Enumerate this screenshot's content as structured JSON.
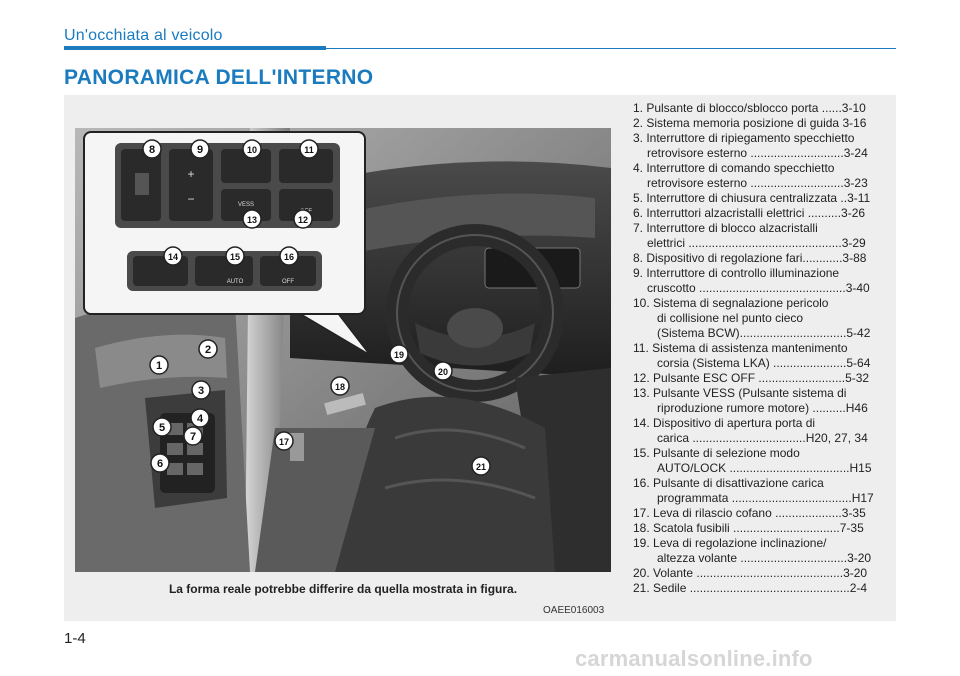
{
  "header": {
    "section_title": "Un'occhiata al veicolo",
    "page_heading": "PANORAMICA DELL'INTERNO"
  },
  "figure": {
    "caption": "La forma reale potrebbe differire da quella mostrata in figura.",
    "code": "OAEE016003",
    "inset_labels": [
      "8",
      "9",
      "10",
      "11",
      "12",
      "13",
      "14",
      "15",
      "16"
    ],
    "main_labels": [
      "1",
      "2",
      "3",
      "4",
      "5",
      "6",
      "7",
      "17",
      "18",
      "19",
      "20",
      "21"
    ],
    "inset_text": [
      "VESS",
      "OFF",
      "AUTO",
      "OFF"
    ]
  },
  "legend": {
    "items": [
      {
        "lines": [
          "1. Pulsante di blocco/sblocco porta ......3-10"
        ]
      },
      {
        "lines": [
          "2. Sistema memoria posizione di guida 3-16"
        ]
      },
      {
        "lines": [
          "3. Interruttore di ripiegamento specchietto",
          "retrovisore esterno ............................3-24"
        ]
      },
      {
        "lines": [
          "4. Interruttore di comando specchietto",
          "retrovisore esterno ............................3-23"
        ]
      },
      {
        "lines": [
          "5. Interruttore di chiusura centralizzata ..3-11"
        ]
      },
      {
        "lines": [
          "6. Interruttori alzacristalli elettrici ..........3-26"
        ]
      },
      {
        "lines": [
          "7. Interruttore di blocco alzacristalli",
          "elettrici ..............................................3-29"
        ]
      },
      {
        "lines": [
          "8. Dispositivo di regolazione fari............3-88"
        ]
      },
      {
        "lines": [
          "9. Interruttore di controllo illuminazione",
          "cruscotto ............................................3-40"
        ]
      },
      {
        "lines": [
          "10. Sistema di segnalazione pericolo",
          "di collisione nel punto cieco",
          "(Sistema BCW)................................5-42"
        ]
      },
      {
        "lines": [
          "11. Sistema di assistenza mantenimento",
          "corsia (Sistema LKA) ......................5-64"
        ]
      },
      {
        "lines": [
          "12. Pulsante ESC OFF ..........................5-32"
        ]
      },
      {
        "lines": [
          "13. Pulsante VESS (Pulsante sistema di",
          "riproduzione rumore motore) ..........H46"
        ]
      },
      {
        "lines": [
          "14. Dispositivo di apertura porta di",
          "carica ..................................H20, 27, 34"
        ]
      },
      {
        "lines": [
          "15. Pulsante di selezione modo",
          "AUTO/LOCK ....................................H15"
        ]
      },
      {
        "lines": [
          "16. Pulsante di disattivazione carica",
          "programmata ....................................H17"
        ]
      },
      {
        "lines": [
          "17. Leva di rilascio cofano ....................3-35"
        ]
      },
      {
        "lines": [
          "18. Scatola fusibili ................................7-35"
        ]
      },
      {
        "lines": [
          "19. Leva di regolazione inclinazione/",
          "altezza volante ................................3-20"
        ]
      },
      {
        "lines": [
          "20. Volante ............................................3-20"
        ]
      },
      {
        "lines": [
          "21. Sedile ................................................2-4"
        ]
      }
    ]
  },
  "footer": {
    "page_number": "1-4",
    "watermark": "carmanualsonline.info"
  }
}
